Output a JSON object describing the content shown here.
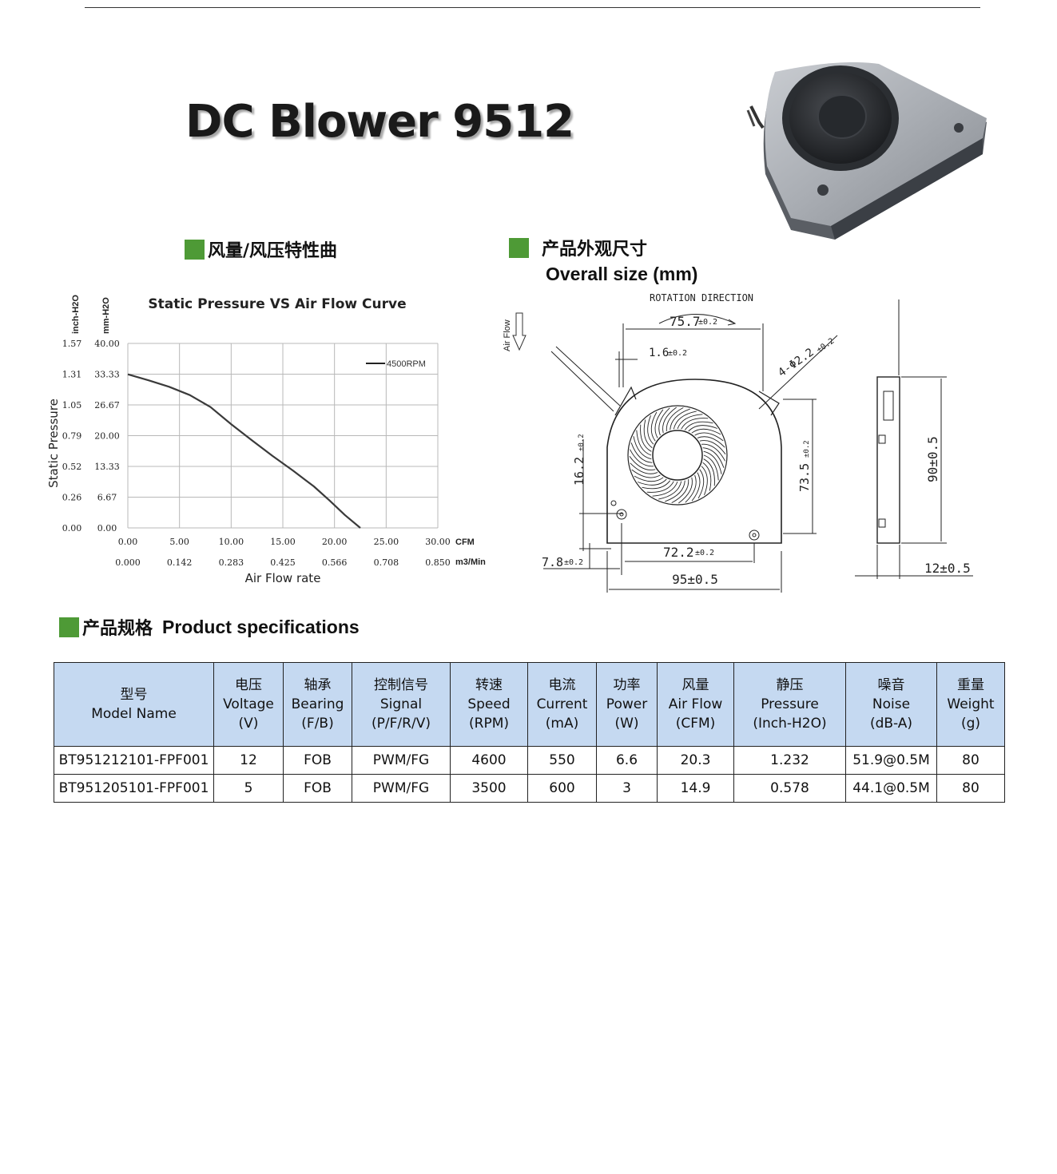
{
  "page": {
    "title": "DC Blower 9512"
  },
  "sections": {
    "curve_cn": "风量/风压特性曲",
    "size_cn": "产品外观尺寸",
    "size_en": "Overall size (mm)",
    "spec_cn": "产品规格",
    "spec_en": "Product specifications"
  },
  "chart_data": {
    "type": "line",
    "title": "Static Pressure VS Air Flow Curve",
    "xlabel": "Air Flow rate",
    "ylabel": "Static Pressure",
    "y_units": [
      "inch-H2O",
      "mm-H2O"
    ],
    "y_ticks_inch": [
      "1.57",
      "1.31",
      "1.05",
      "0.79",
      "0.52",
      "0.26",
      "0.00"
    ],
    "y_ticks_mm": [
      "40.00",
      "33.33",
      "26.67",
      "20.00",
      "13.33",
      "6.67",
      "0.00"
    ],
    "x_ticks_cfm": [
      "0.00",
      "5.00",
      "10.00",
      "15.00",
      "20.00",
      "25.00",
      "30.00"
    ],
    "x_ticks_m3": [
      "0.000",
      "0.142",
      "0.283",
      "0.425",
      "0.566",
      "0.708",
      "0.850"
    ],
    "x_unit_cfm": "CFM",
    "x_unit_m3": "m3/Min",
    "xlim": [
      0,
      30
    ],
    "ylim": [
      0,
      40
    ],
    "grid": true,
    "legend_position": "top-right",
    "series": [
      {
        "name": "4500RPM",
        "x": [
          0,
          2,
          4,
          6,
          8,
          10,
          12,
          14,
          16,
          18,
          19.5,
          21,
          22.5
        ],
        "y": [
          33.3,
          32.0,
          30.6,
          28.8,
          26.2,
          22.5,
          19.0,
          15.6,
          12.4,
          9.0,
          6.0,
          2.8,
          0
        ]
      }
    ]
  },
  "drawing": {
    "rotation_label": "ROTATION DIRECTION",
    "airflow_label": "Air Flow",
    "dim_width_top": "75.7",
    "dim_offset_top": "1.6",
    "dim_holes": "4-Φ2.2",
    "dim_left_height": "16.2",
    "dim_right_height": "73.5",
    "dim_hole_span": "72.2",
    "dim_left_offset": "7.8",
    "dim_total_width": "95±0.5",
    "dim_total_height": "90±0.5",
    "dim_thickness": "12±0.5",
    "tol": "±0.2"
  },
  "spec_table": {
    "headers": [
      {
        "cn": "型号",
        "en": "Model Name",
        "unit": ""
      },
      {
        "cn": "电压",
        "en": "Voltage",
        "unit": "(V)"
      },
      {
        "cn": "轴承",
        "en": "Bearing",
        "unit": "(F/B)"
      },
      {
        "cn": "控制信号",
        "en": "Signal",
        "unit": "(P/F/R/V)"
      },
      {
        "cn": "转速",
        "en": "Speed",
        "unit": "(RPM)"
      },
      {
        "cn": "电流",
        "en": "Current",
        "unit": "(mA)"
      },
      {
        "cn": "功率",
        "en": "Power",
        "unit": "(W)"
      },
      {
        "cn": "风量",
        "en": "Air Flow",
        "unit": "(CFM)"
      },
      {
        "cn": "静压",
        "en": "Pressure",
        "unit": "(Inch-H2O)"
      },
      {
        "cn": "噪音",
        "en": "Noise",
        "unit": "(dB-A)"
      },
      {
        "cn": "重量",
        "en": "Weight",
        "unit": "(g)"
      }
    ],
    "rows": [
      [
        "BT951212101-FPF001",
        "12",
        "FOB",
        "PWM/FG",
        "4600",
        "550",
        "6.6",
        "20.3",
        "1.232",
        "51.9@0.5M",
        "80"
      ],
      [
        "BT951205101-FPF001",
        "5",
        "FOB",
        "PWM/FG",
        "3500",
        "600",
        "3",
        "14.9",
        "0.578",
        "44.1@0.5M",
        "80"
      ]
    ]
  },
  "colors": {
    "accent_green": "#4e9a36",
    "header_blue": "#c5d9f1"
  }
}
